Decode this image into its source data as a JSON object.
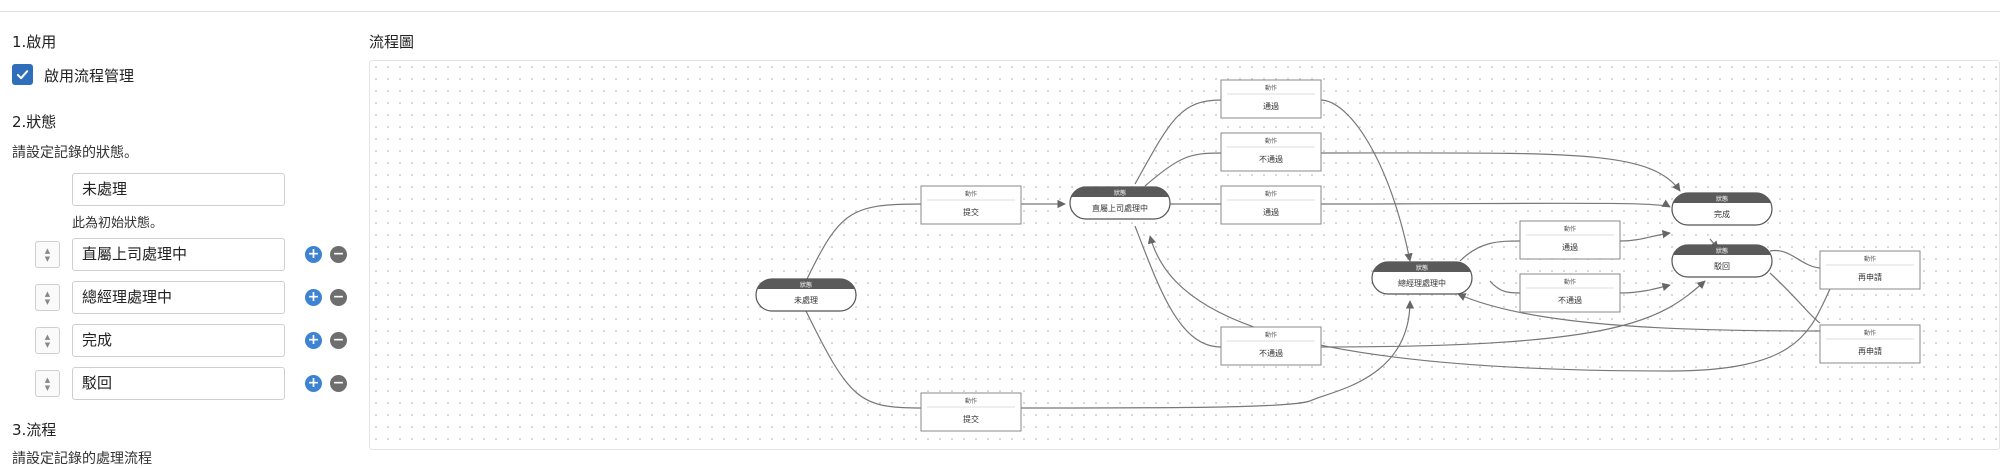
{
  "sections": {
    "enable": {
      "title": "1.啟用",
      "checkbox_label": "啟用流程管理",
      "checked": true
    },
    "states": {
      "title": "2.狀態",
      "description": "請設定記錄的狀態。",
      "initial_value": "未處理",
      "initial_note": "此為初始狀態。",
      "items": [
        {
          "value": "直屬上司處理中"
        },
        {
          "value": "總經理處理中"
        },
        {
          "value": "完成"
        },
        {
          "value": "駁回"
        }
      ],
      "add_symbol": "+",
      "remove_symbol": "−"
    },
    "flow": {
      "title": "3.流程",
      "description": "請設定記錄的處理流程"
    }
  },
  "diagram": {
    "title": "流程圖",
    "status_header": "狀態",
    "action_header": "動作",
    "states": {
      "unprocessed": "未處理",
      "supervisor": "直屬上司處理中",
      "gm": "總經理處理中",
      "done": "完成",
      "rejected": "駁回"
    },
    "actions": {
      "submit_top": "提交",
      "submit_bottom": "提交",
      "sup_pass_top": "通過",
      "sup_fail_top": "不通過",
      "sup_pass_mid": "通過",
      "sup_fail_low": "不通過",
      "gm_pass": "通過",
      "gm_fail": "不通過",
      "reapply_top": "再申請",
      "reapply_bottom": "再申請"
    }
  },
  "colors": {
    "accent": "#2f6fba",
    "plus": "#3d83d2",
    "minus": "#6e6e6e",
    "state_header": "#5a5a5a"
  }
}
